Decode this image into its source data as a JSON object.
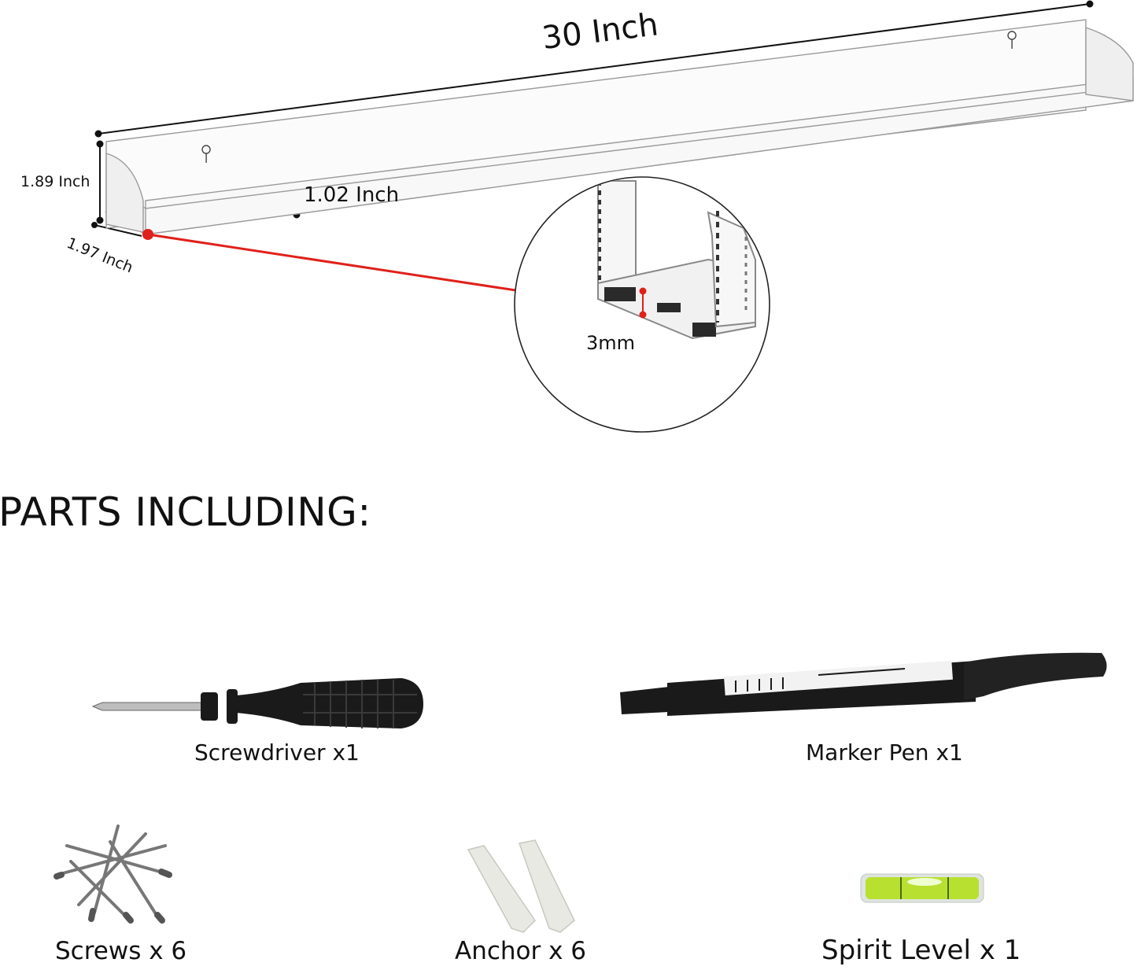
{
  "dimensions": {
    "length": "30 Inch",
    "height": "1.89 Inch",
    "depth": "1.97 Inch",
    "lip_height": "1.02 Inch",
    "thickness": "3mm"
  },
  "parts": {
    "title": "PARTS INCLUDING:",
    "items": [
      {
        "label": "Screwdriver x1",
        "icon": "screwdriver-icon"
      },
      {
        "label": "Marker Pen x1",
        "icon": "marker-pen-icon"
      },
      {
        "label": "Screws x 6",
        "icon": "screws-icon"
      },
      {
        "label": "Anchor x 6",
        "icon": "anchor-icon"
      },
      {
        "label": "Spirit Level x 1",
        "icon": "spirit-level-icon"
      }
    ]
  },
  "colors": {
    "callout_line": "#e0201a",
    "spirit_liquid": "#b8e030",
    "tool_black": "#1a1a1a"
  }
}
